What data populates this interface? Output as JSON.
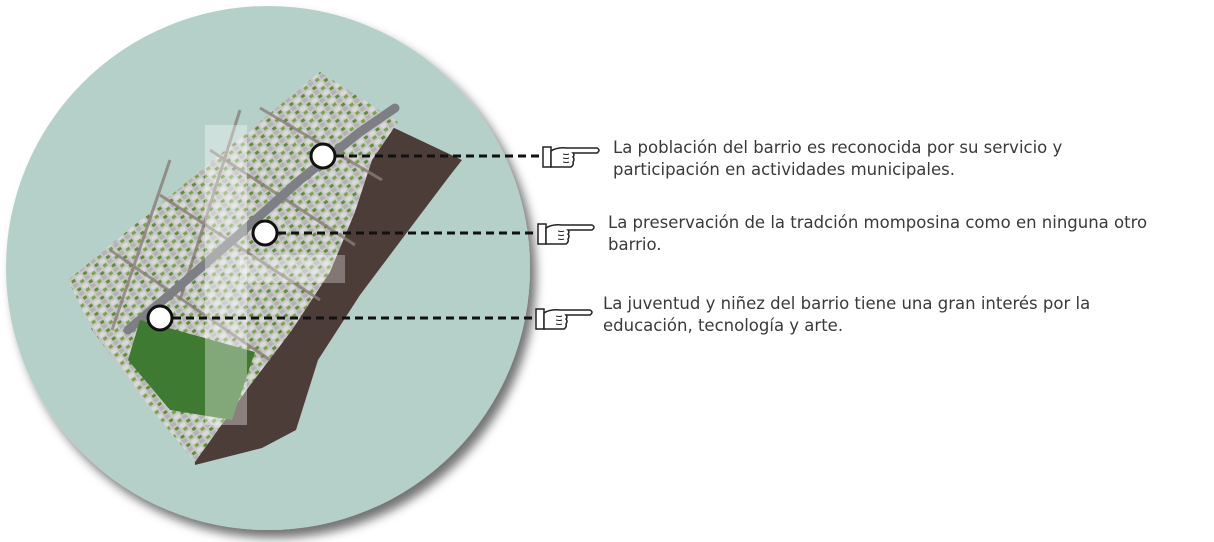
{
  "colors": {
    "circle_fill": "#b4d0c8",
    "river": "#4d3d38",
    "roof": "#c9c9c9",
    "vegetation": "#6e9a3e",
    "street": "#7d7f85",
    "marker_fill": "#ffffff",
    "leader_line": "#111111",
    "text": "#3a3a3a"
  },
  "icons": {
    "marker": "circle-marker-icon",
    "pointer": "pointing-hand-icon"
  },
  "annotations": [
    {
      "lines": [
        "La población del barrio es reconocida por su servicio y",
        "participación en actividades municipales."
      ]
    },
    {
      "lines": [
        "La preservación de la tradción momposina como en ninguna otro",
        "barrio."
      ]
    },
    {
      "lines": [
        "La juventud y niñez del barrio tiene una gran interés por la",
        "educación, tecnología y arte."
      ]
    }
  ]
}
